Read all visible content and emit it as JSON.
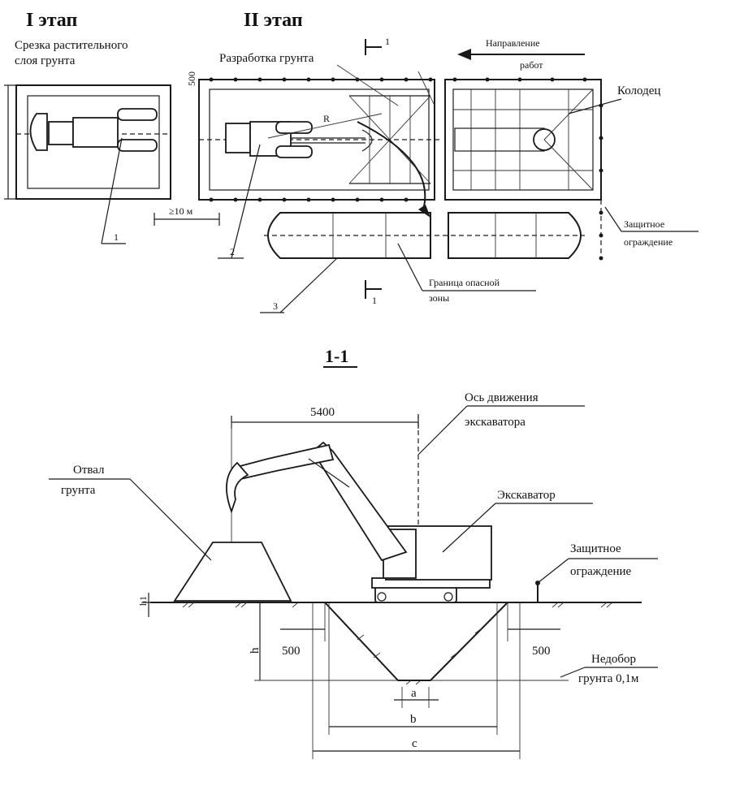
{
  "stage1": {
    "title": "I этап",
    "label_line1": "Срезка растительного",
    "label_line2": "слоя грунта",
    "item_number": "1",
    "dim_left": "500"
  },
  "stage2": {
    "title": "II этап",
    "label": "Разработка грунта",
    "direction_line1": "Направление",
    "direction_line2": "работ",
    "well_label": "Колодец",
    "fence_line1": "Защитное",
    "fence_line2": "ограждение",
    "danger_line1": "Граница опасной",
    "danger_line2": "зоны",
    "item_2": "2",
    "item_3": "3",
    "dim_gap": "≥10 м",
    "radius": "R",
    "section_mark": "1"
  },
  "section": {
    "title": "1-1",
    "dim_5400": "5400",
    "axis_line1": "Ось движения",
    "axis_line2": "экскаватора",
    "spoil_line1": "Отвал",
    "spoil_line2": "грунта",
    "excavator_label": "Экскаватор",
    "fence_line1": "Защитное",
    "fence_line2": "ограждение",
    "shortfall_line1": "Недобор",
    "shortfall_line2": "грунта 0,1м",
    "dim_500_left": "500",
    "dim_500_right": "500",
    "dim_h": "h",
    "dim_h1": "h1",
    "dim_a": "a",
    "dim_b": "b",
    "dim_c": "c"
  }
}
